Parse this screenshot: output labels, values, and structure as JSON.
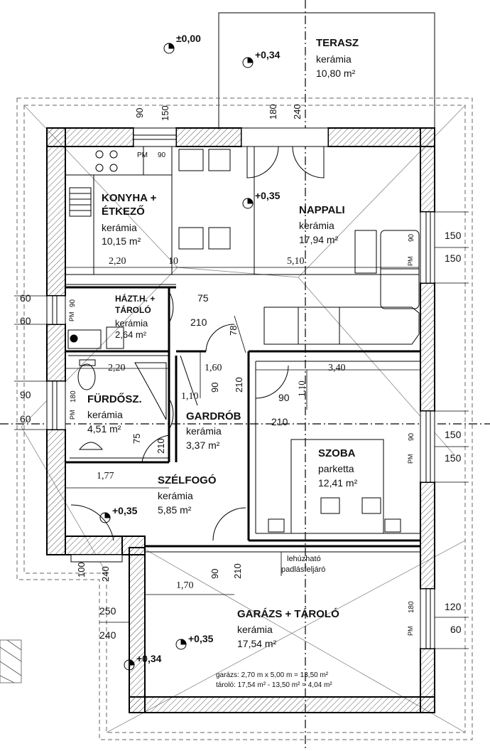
{
  "rooms": {
    "terasz": {
      "name": "TERASZ",
      "material": "kerámia",
      "area": "10,80 m²"
    },
    "konyha": {
      "name_l1": "KONYHA +",
      "name_l2": "ÉTKEZŐ",
      "material": "kerámia",
      "area": "10,15 m²"
    },
    "nappali": {
      "name": "NAPPALI",
      "material": "kerámia",
      "area": "17,94 m²"
    },
    "haztar": {
      "name_l1": "HÁZT.H. +",
      "name_l2": "TÁROLÓ",
      "material": "kerámia",
      "area": "2,64 m²"
    },
    "furdo": {
      "name": "FÜRDŐSZ.",
      "material": "kerámia",
      "area": "4,51 m²"
    },
    "gardrob": {
      "name": "GARDRÓB",
      "material": "kerámia",
      "area": "3,37 m²"
    },
    "szoba": {
      "name": "SZOBA",
      "material": "parketta",
      "area": "12,41 m²"
    },
    "szelfogo": {
      "name": "SZÉLFOGÓ",
      "material": "kerámia",
      "area": "5,85 m²"
    },
    "garazs": {
      "name": "GARÁZS + TÁROLÓ",
      "material": "kerámia",
      "area": "17,54 m²"
    }
  },
  "levels": {
    "outside": "±0,00",
    "terrace": "+0,34",
    "living": "+0,35",
    "entrance": "+0,35",
    "garage": "+0,35",
    "garage_door": "+0,34"
  },
  "dims": {
    "d220a": "2,20",
    "d10": "10",
    "d510": "5,10",
    "d75a": "75",
    "d210a": "210",
    "d78": "78",
    "d160": "1,60",
    "d220b": "2,20",
    "d110a": "1,10",
    "d340": "3,40",
    "d110b": "1,10",
    "d90a": "90",
    "d210b": "210",
    "d177": "1,77",
    "d75b": "75",
    "d210c": "210",
    "d170": "1,70",
    "d90b": "90",
    "d210d": "210",
    "d100": "100",
    "d240a": "240",
    "d250": "250",
    "d240b": "240",
    "d90top": "90",
    "d150top": "150",
    "d180top": "180",
    "d240top": "240",
    "d90pm": "90",
    "d90c": "90",
    "d210e": "210",
    "d90d": "90",
    "d180f": "180",
    "left60a": "60",
    "left60b": "60",
    "left90": "90",
    "left60c": "60",
    "r150a": "150",
    "r150b": "150",
    "r150c": "150",
    "r150d": "150",
    "r120": "120",
    "r60": "60",
    "v90a": "90",
    "v90b": "90",
    "v180": "180"
  },
  "pm": "PM",
  "notes": {
    "attic_l1": "lehúzható",
    "attic_l2": "padlásfeljáró",
    "calc_l1": "garázs: 2,70 m x 5,00 m = 13,50 m²",
    "calc_l2": "tároló: 17,54 m² - 13,50 m² = 4,04 m²"
  }
}
